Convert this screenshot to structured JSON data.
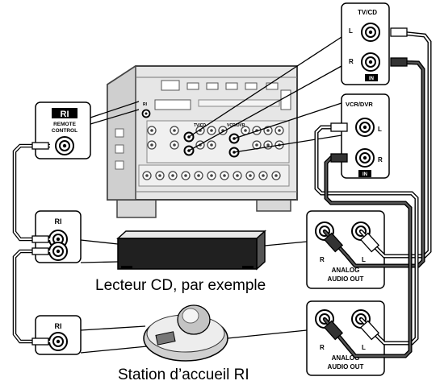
{
  "tvcd": {
    "title": "TV/CD",
    "left": "L",
    "right": "R",
    "in": "IN"
  },
  "vcrdvr": {
    "title": "VCR/DVR",
    "left": "L",
    "right": "R",
    "in": "IN"
  },
  "remote": {
    "logo": "RI",
    "line1": "REMOTE",
    "line2": "CONTROL"
  },
  "ri_top": "RI",
  "ri_bottom": "RI",
  "receiver": {
    "tvcd_label": "TV/CD",
    "vcrdvr_label": "VCR/DVR",
    "ri_label": "RI"
  },
  "audio_out_1": {
    "r": "R",
    "l": "L",
    "line1": "ANALOG",
    "line2": "AUDIO OUT"
  },
  "audio_out_2": {
    "r": "R",
    "l": "L",
    "line1": "ANALOG",
    "line2": "AUDIO OUT"
  },
  "captions": {
    "cd_player": "Lecteur CD, par exemple",
    "dock": "Station d’accueil RI"
  }
}
